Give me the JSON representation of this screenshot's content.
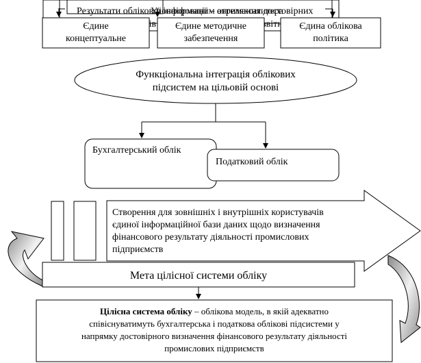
{
  "top": {
    "overlap_a": "Результати облікової інформації – отримання достовірних",
    "overlap_b": "Уповніфованим ангеляксатитера",
    "subtitle": "показників фінансової та податкової звітності"
  },
  "boxes": {
    "conceptual": [
      "Єдине",
      "концептуальне"
    ],
    "methodical": [
      "Єдине методичне",
      "забезпечення"
    ],
    "policy": [
      "Єдина облікова",
      "політика"
    ]
  },
  "ellipse": {
    "line1": "Функціональна інтеграція облікових",
    "line2": "підсистем на цільовій основі"
  },
  "accounting": {
    "label": "Бухгалтерський облік"
  },
  "tax": {
    "label": "Податковий облік"
  },
  "arrow_block": {
    "line1": "Створення для зовнішніх і внутрішніх користувачів",
    "line2": "єдиної інформаційної бази даних щодо визначення",
    "line3": "фінансового результату діяльності промислових",
    "line4": "підприємств"
  },
  "goal": {
    "label": "Мета цілісної системи обліку"
  },
  "definition": {
    "bold": "Цілісна система обліку",
    "line1_rest": " – облікова модель, в якій адекватно",
    "line2": "співіснуватимуть бухгалтерська і податкова облікові підсистеми у",
    "line3": "напрямку достовірного визначення фінансового результату діяльності",
    "line4": "промислових підприємств"
  }
}
